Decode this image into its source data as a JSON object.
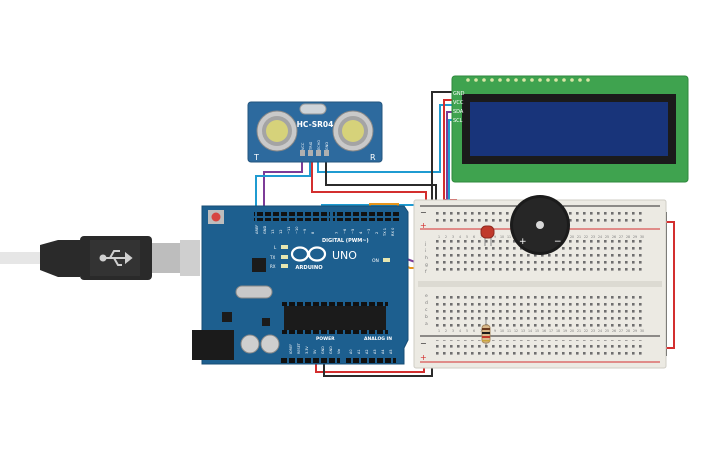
{
  "sensor": {
    "title": "HC-SR04",
    "left_mark": "T",
    "right_mark": "R",
    "pins": [
      "VCC",
      "TRIG",
      "ECHO",
      "GND"
    ]
  },
  "lcd": {
    "pins": [
      "GND",
      "VCC",
      "SDA",
      "SCL"
    ]
  },
  "arduino": {
    "brand": "ARDUINO",
    "model": "UNO",
    "digital_label": "DIGITAL (PWM~)",
    "power_label": "POWER",
    "analog_label": "ANALOG IN",
    "on_label": "ON",
    "led_labels": [
      "L",
      "TX",
      "RX"
    ],
    "top_pins": [
      "AREF",
      "GND",
      "13",
      "12",
      "~11",
      "~10",
      "~9",
      "8",
      "7",
      "~6",
      "~5",
      "4",
      "~3",
      "2",
      "TX 1",
      "RX 0"
    ],
    "power_pins": [
      "IOREF",
      "RESET",
      "3.3V",
      "5V",
      "GND",
      "GND",
      "Vin"
    ],
    "analog_pins": [
      "A0",
      "A1",
      "A2",
      "A3",
      "A4",
      "A5"
    ]
  },
  "buzzer": {
    "plus": "+",
    "minus": "−"
  },
  "breadboard": {
    "rail_plus": "+",
    "rail_minus": "−",
    "row_labels_top": [
      "j",
      "i",
      "h",
      "g",
      "f"
    ],
    "row_labels_bottom": [
      "e",
      "d",
      "c",
      "b",
      "a"
    ],
    "column_numbers": [
      "1",
      "2",
      "3",
      "4",
      "5",
      "6",
      "7",
      "8",
      "9",
      "10",
      "11",
      "12",
      "13",
      "14",
      "15",
      "16",
      "17",
      "18",
      "19",
      "20",
      "21",
      "22",
      "23",
      "24",
      "25",
      "26",
      "27",
      "28",
      "29",
      "30"
    ]
  },
  "colors": {
    "arduino_board": "#1d5f8f",
    "sensor_board": "#2d6a9e",
    "lcd_board": "#3fa34f",
    "lcd_screen": "#18347a",
    "breadboard": "#eceae3",
    "wire_red": "#d32f2f",
    "wire_black": "#2b2b2b",
    "wire_blue": "#1f9bd1",
    "wire_purple": "#7d3c98",
    "wire_orange": "#e8951c",
    "led_red": "#c0392b"
  }
}
